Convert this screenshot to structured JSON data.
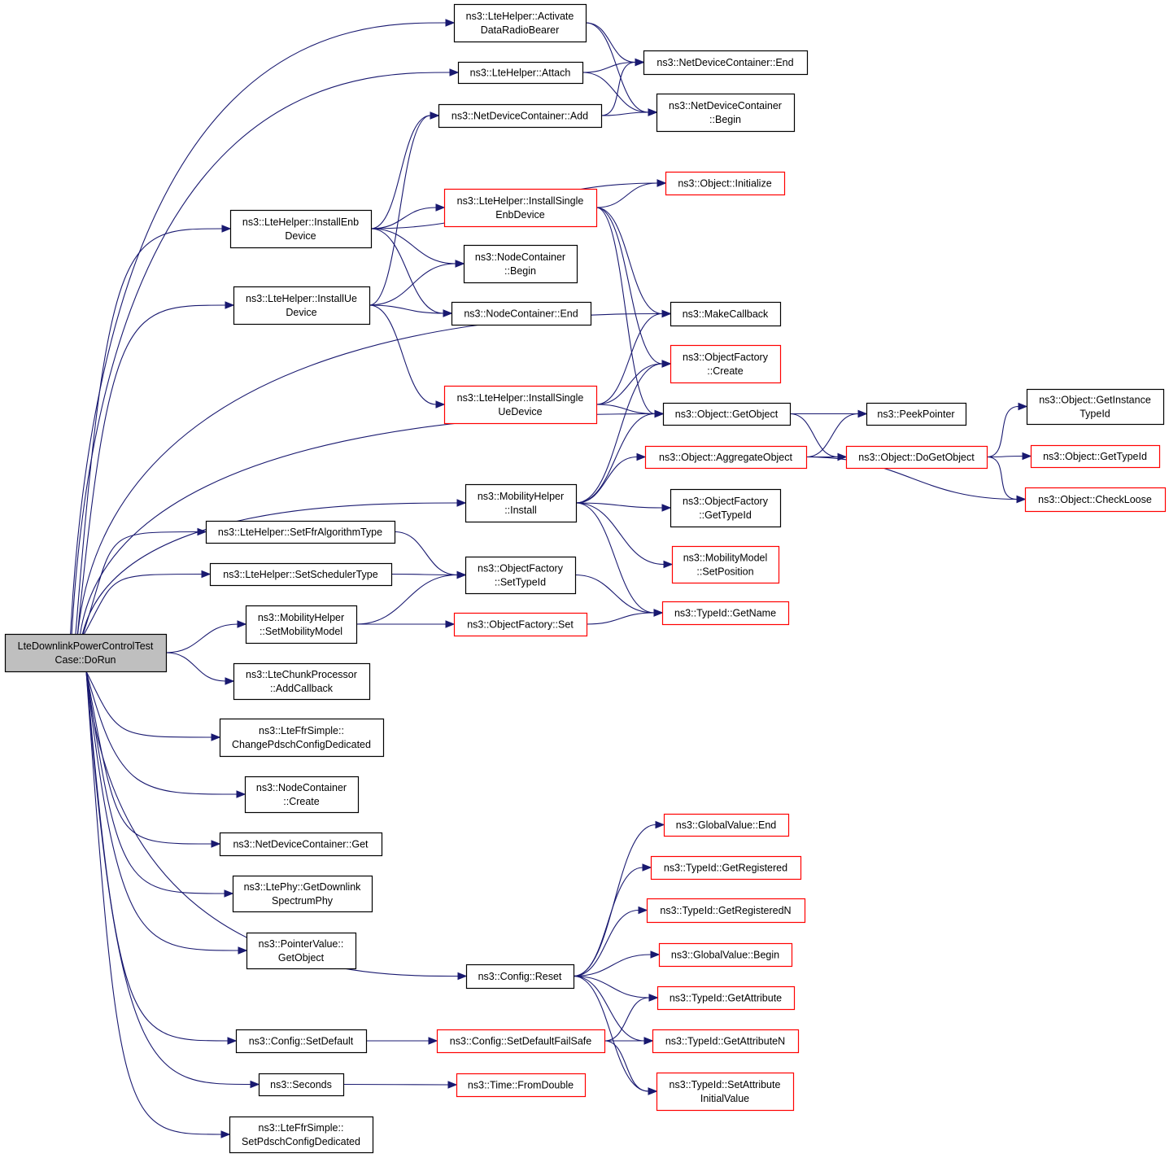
{
  "colors": {
    "edge": "#191970",
    "border_normal": "#000000",
    "border_truncated": "#ff0000",
    "root_fill": "#bfbfbf",
    "node_fill": "#ffffff"
  },
  "nodes": [
    {
      "id": "root",
      "lines": [
        "LteDownlinkPowerControlTest",
        "Case::DoRun"
      ],
      "border": "normal",
      "root": true
    },
    {
      "id": "activate",
      "lines": [
        "ns3::LteHelper::Activate",
        "DataRadioBearer"
      ],
      "border": "normal"
    },
    {
      "id": "attach",
      "lines": [
        "ns3::LteHelper::Attach"
      ],
      "border": "normal"
    },
    {
      "id": "ndc_add",
      "lines": [
        "ns3::NetDeviceContainer::Add"
      ],
      "border": "normal"
    },
    {
      "id": "ndc_end",
      "lines": [
        "ns3::NetDeviceContainer::End"
      ],
      "border": "normal"
    },
    {
      "id": "ndc_begin",
      "lines": [
        "ns3::NetDeviceContainer",
        "::Begin"
      ],
      "border": "normal"
    },
    {
      "id": "obj_init",
      "lines": [
        "ns3::Object::Initialize"
      ],
      "border": "truncated"
    },
    {
      "id": "install_enb",
      "lines": [
        "ns3::LteHelper::InstallEnb",
        "Device"
      ],
      "border": "normal"
    },
    {
      "id": "install_single_enb",
      "lines": [
        "ns3::LteHelper::InstallSingle",
        "EnbDevice"
      ],
      "border": "truncated"
    },
    {
      "id": "nc_begin",
      "lines": [
        "ns3::NodeContainer",
        "::Begin"
      ],
      "border": "normal"
    },
    {
      "id": "install_ue",
      "lines": [
        "ns3::LteHelper::InstallUe",
        "Device"
      ],
      "border": "normal"
    },
    {
      "id": "nc_end",
      "lines": [
        "ns3::NodeContainer::End"
      ],
      "border": "normal"
    },
    {
      "id": "make_callback",
      "lines": [
        "ns3::MakeCallback"
      ],
      "border": "normal"
    },
    {
      "id": "of_create",
      "lines": [
        "ns3::ObjectFactory",
        "::Create"
      ],
      "border": "truncated"
    },
    {
      "id": "install_single_ue",
      "lines": [
        "ns3::LteHelper::InstallSingle",
        "UeDevice"
      ],
      "border": "truncated"
    },
    {
      "id": "obj_getobject",
      "lines": [
        "ns3::Object::GetObject"
      ],
      "border": "normal"
    },
    {
      "id": "peek_pointer",
      "lines": [
        "ns3::PeekPointer"
      ],
      "border": "normal"
    },
    {
      "id": "get_instance_typeid",
      "lines": [
        "ns3::Object::GetInstance",
        "TypeId"
      ],
      "border": "normal"
    },
    {
      "id": "aggregate",
      "lines": [
        "ns3::Object::AggregateObject"
      ],
      "border": "truncated"
    },
    {
      "id": "do_getobject",
      "lines": [
        "ns3::Object::DoGetObject"
      ],
      "border": "truncated"
    },
    {
      "id": "obj_gettypeid",
      "lines": [
        "ns3::Object::GetTypeId"
      ],
      "border": "truncated"
    },
    {
      "id": "check_loose",
      "lines": [
        "ns3::Object::CheckLoose"
      ],
      "border": "truncated"
    },
    {
      "id": "mh_install",
      "lines": [
        "ns3::MobilityHelper",
        "::Install"
      ],
      "border": "normal"
    },
    {
      "id": "of_gettypeid",
      "lines": [
        "ns3::ObjectFactory",
        "::GetTypeId"
      ],
      "border": "normal"
    },
    {
      "id": "set_ffr",
      "lines": [
        "ns3::LteHelper::SetFfrAlgorithmType"
      ],
      "border": "normal"
    },
    {
      "id": "of_settypeid",
      "lines": [
        "ns3::ObjectFactory",
        "::SetTypeId"
      ],
      "border": "normal"
    },
    {
      "id": "mm_setposition",
      "lines": [
        "ns3::MobilityModel",
        "::SetPosition"
      ],
      "border": "truncated"
    },
    {
      "id": "set_scheduler",
      "lines": [
        "ns3::LteHelper::SetSchedulerType"
      ],
      "border": "normal"
    },
    {
      "id": "typeid_getname",
      "lines": [
        "ns3::TypeId::GetName"
      ],
      "border": "truncated"
    },
    {
      "id": "mh_setmobility",
      "lines": [
        "ns3::MobilityHelper",
        "::SetMobilityModel"
      ],
      "border": "normal"
    },
    {
      "id": "of_set",
      "lines": [
        "ns3::ObjectFactory::Set"
      ],
      "border": "truncated"
    },
    {
      "id": "chunk_addcb",
      "lines": [
        "ns3::LteChunkProcessor",
        "::AddCallback"
      ],
      "border": "normal"
    },
    {
      "id": "ffr_change",
      "lines": [
        "ns3::LteFfrSimple::",
        "ChangePdschConfigDedicated"
      ],
      "border": "normal"
    },
    {
      "id": "nc_create",
      "lines": [
        "ns3::NodeContainer",
        "::Create"
      ],
      "border": "normal"
    },
    {
      "id": "ndc_get",
      "lines": [
        "ns3::NetDeviceContainer::Get"
      ],
      "border": "normal"
    },
    {
      "id": "ltephy_get",
      "lines": [
        "ns3::LtePhy::GetDownlink",
        "SpectrumPhy"
      ],
      "border": "normal"
    },
    {
      "id": "pv_getobject",
      "lines": [
        "ns3::PointerValue::",
        "GetObject"
      ],
      "border": "normal"
    },
    {
      "id": "gv_end",
      "lines": [
        "ns3::GlobalValue::End"
      ],
      "border": "truncated"
    },
    {
      "id": "tid_getregistered",
      "lines": [
        "ns3::TypeId::GetRegistered"
      ],
      "border": "truncated"
    },
    {
      "id": "tid_getregisteredn",
      "lines": [
        "ns3::TypeId::GetRegisteredN"
      ],
      "border": "truncated"
    },
    {
      "id": "gv_begin",
      "lines": [
        "ns3::GlobalValue::Begin"
      ],
      "border": "truncated"
    },
    {
      "id": "config_reset",
      "lines": [
        "ns3::Config::Reset"
      ],
      "border": "normal"
    },
    {
      "id": "tid_getattribute",
      "lines": [
        "ns3::TypeId::GetAttribute"
      ],
      "border": "truncated"
    },
    {
      "id": "config_setdefault",
      "lines": [
        "ns3::Config::SetDefault"
      ],
      "border": "normal"
    },
    {
      "id": "config_setdefaultfs",
      "lines": [
        "ns3::Config::SetDefaultFailSafe"
      ],
      "border": "truncated"
    },
    {
      "id": "tid_getattributen",
      "lines": [
        "ns3::TypeId::GetAttributeN"
      ],
      "border": "truncated"
    },
    {
      "id": "seconds",
      "lines": [
        "ns3::Seconds"
      ],
      "border": "normal"
    },
    {
      "id": "time_fromdouble",
      "lines": [
        "ns3::Time::FromDouble"
      ],
      "border": "truncated"
    },
    {
      "id": "tid_setattrinit",
      "lines": [
        "ns3::TypeId::SetAttribute",
        "InitialValue"
      ],
      "border": "truncated"
    },
    {
      "id": "ffr_setpdsch",
      "lines": [
        "ns3::LteFfrSimple::",
        "SetPdschConfigDedicated"
      ],
      "border": "normal"
    }
  ],
  "edges": [
    [
      "root",
      "activate"
    ],
    [
      "root",
      "attach"
    ],
    [
      "root",
      "install_enb"
    ],
    [
      "root",
      "install_ue"
    ],
    [
      "root",
      "make_callback"
    ],
    [
      "root",
      "obj_getobject"
    ],
    [
      "root",
      "mh_install"
    ],
    [
      "root",
      "set_ffr"
    ],
    [
      "root",
      "set_scheduler"
    ],
    [
      "root",
      "mh_setmobility"
    ],
    [
      "root",
      "chunk_addcb"
    ],
    [
      "root",
      "ffr_change"
    ],
    [
      "root",
      "nc_create"
    ],
    [
      "root",
      "ndc_get"
    ],
    [
      "root",
      "ltephy_get"
    ],
    [
      "root",
      "pv_getobject"
    ],
    [
      "root",
      "config_reset"
    ],
    [
      "root",
      "config_setdefault"
    ],
    [
      "root",
      "seconds"
    ],
    [
      "root",
      "ffr_setpdsch"
    ],
    [
      "activate",
      "ndc_end"
    ],
    [
      "activate",
      "ndc_begin"
    ],
    [
      "attach",
      "ndc_end"
    ],
    [
      "attach",
      "ndc_begin"
    ],
    [
      "ndc_add",
      "ndc_end"
    ],
    [
      "ndc_add",
      "ndc_begin"
    ],
    [
      "install_enb",
      "ndc_add"
    ],
    [
      "install_enb",
      "obj_init"
    ],
    [
      "install_enb",
      "install_single_enb"
    ],
    [
      "install_enb",
      "nc_begin"
    ],
    [
      "install_enb",
      "nc_end"
    ],
    [
      "install_single_enb",
      "obj_init"
    ],
    [
      "install_single_enb",
      "make_callback"
    ],
    [
      "install_single_enb",
      "of_create"
    ],
    [
      "install_single_enb",
      "obj_getobject"
    ],
    [
      "install_ue",
      "ndc_add"
    ],
    [
      "install_ue",
      "nc_begin"
    ],
    [
      "install_ue",
      "nc_end"
    ],
    [
      "install_ue",
      "install_single_ue"
    ],
    [
      "install_single_ue",
      "make_callback"
    ],
    [
      "install_single_ue",
      "of_create"
    ],
    [
      "install_single_ue",
      "obj_getobject"
    ],
    [
      "obj_getobject",
      "peek_pointer"
    ],
    [
      "obj_getobject",
      "do_getobject"
    ],
    [
      "aggregate",
      "peek_pointer"
    ],
    [
      "aggregate",
      "do_getobject"
    ],
    [
      "aggregate",
      "check_loose"
    ],
    [
      "do_getobject",
      "get_instance_typeid"
    ],
    [
      "do_getobject",
      "obj_gettypeid"
    ],
    [
      "do_getobject",
      "check_loose"
    ],
    [
      "mh_install",
      "of_create"
    ],
    [
      "mh_install",
      "obj_getobject"
    ],
    [
      "mh_install",
      "aggregate"
    ],
    [
      "mh_install",
      "of_gettypeid"
    ],
    [
      "mh_install",
      "mm_setposition"
    ],
    [
      "mh_install",
      "typeid_getname"
    ],
    [
      "set_ffr",
      "of_settypeid"
    ],
    [
      "set_scheduler",
      "of_settypeid"
    ],
    [
      "of_settypeid",
      "typeid_getname"
    ],
    [
      "mh_setmobility",
      "of_settypeid"
    ],
    [
      "mh_setmobility",
      "of_set"
    ],
    [
      "of_set",
      "typeid_getname"
    ],
    [
      "config_reset",
      "gv_end"
    ],
    [
      "config_reset",
      "tid_getregistered"
    ],
    [
      "config_reset",
      "tid_getregisteredn"
    ],
    [
      "config_reset",
      "gv_begin"
    ],
    [
      "config_reset",
      "tid_getattribute"
    ],
    [
      "config_reset",
      "tid_getattributen"
    ],
    [
      "config_reset",
      "tid_setattrinit"
    ],
    [
      "config_setdefault",
      "config_setdefaultfs"
    ],
    [
      "config_setdefaultfs",
      "tid_getattribute"
    ],
    [
      "config_setdefaultfs",
      "tid_getattributen"
    ],
    [
      "config_setdefaultfs",
      "tid_setattrinit"
    ],
    [
      "seconds",
      "time_fromdouble"
    ]
  ]
}
